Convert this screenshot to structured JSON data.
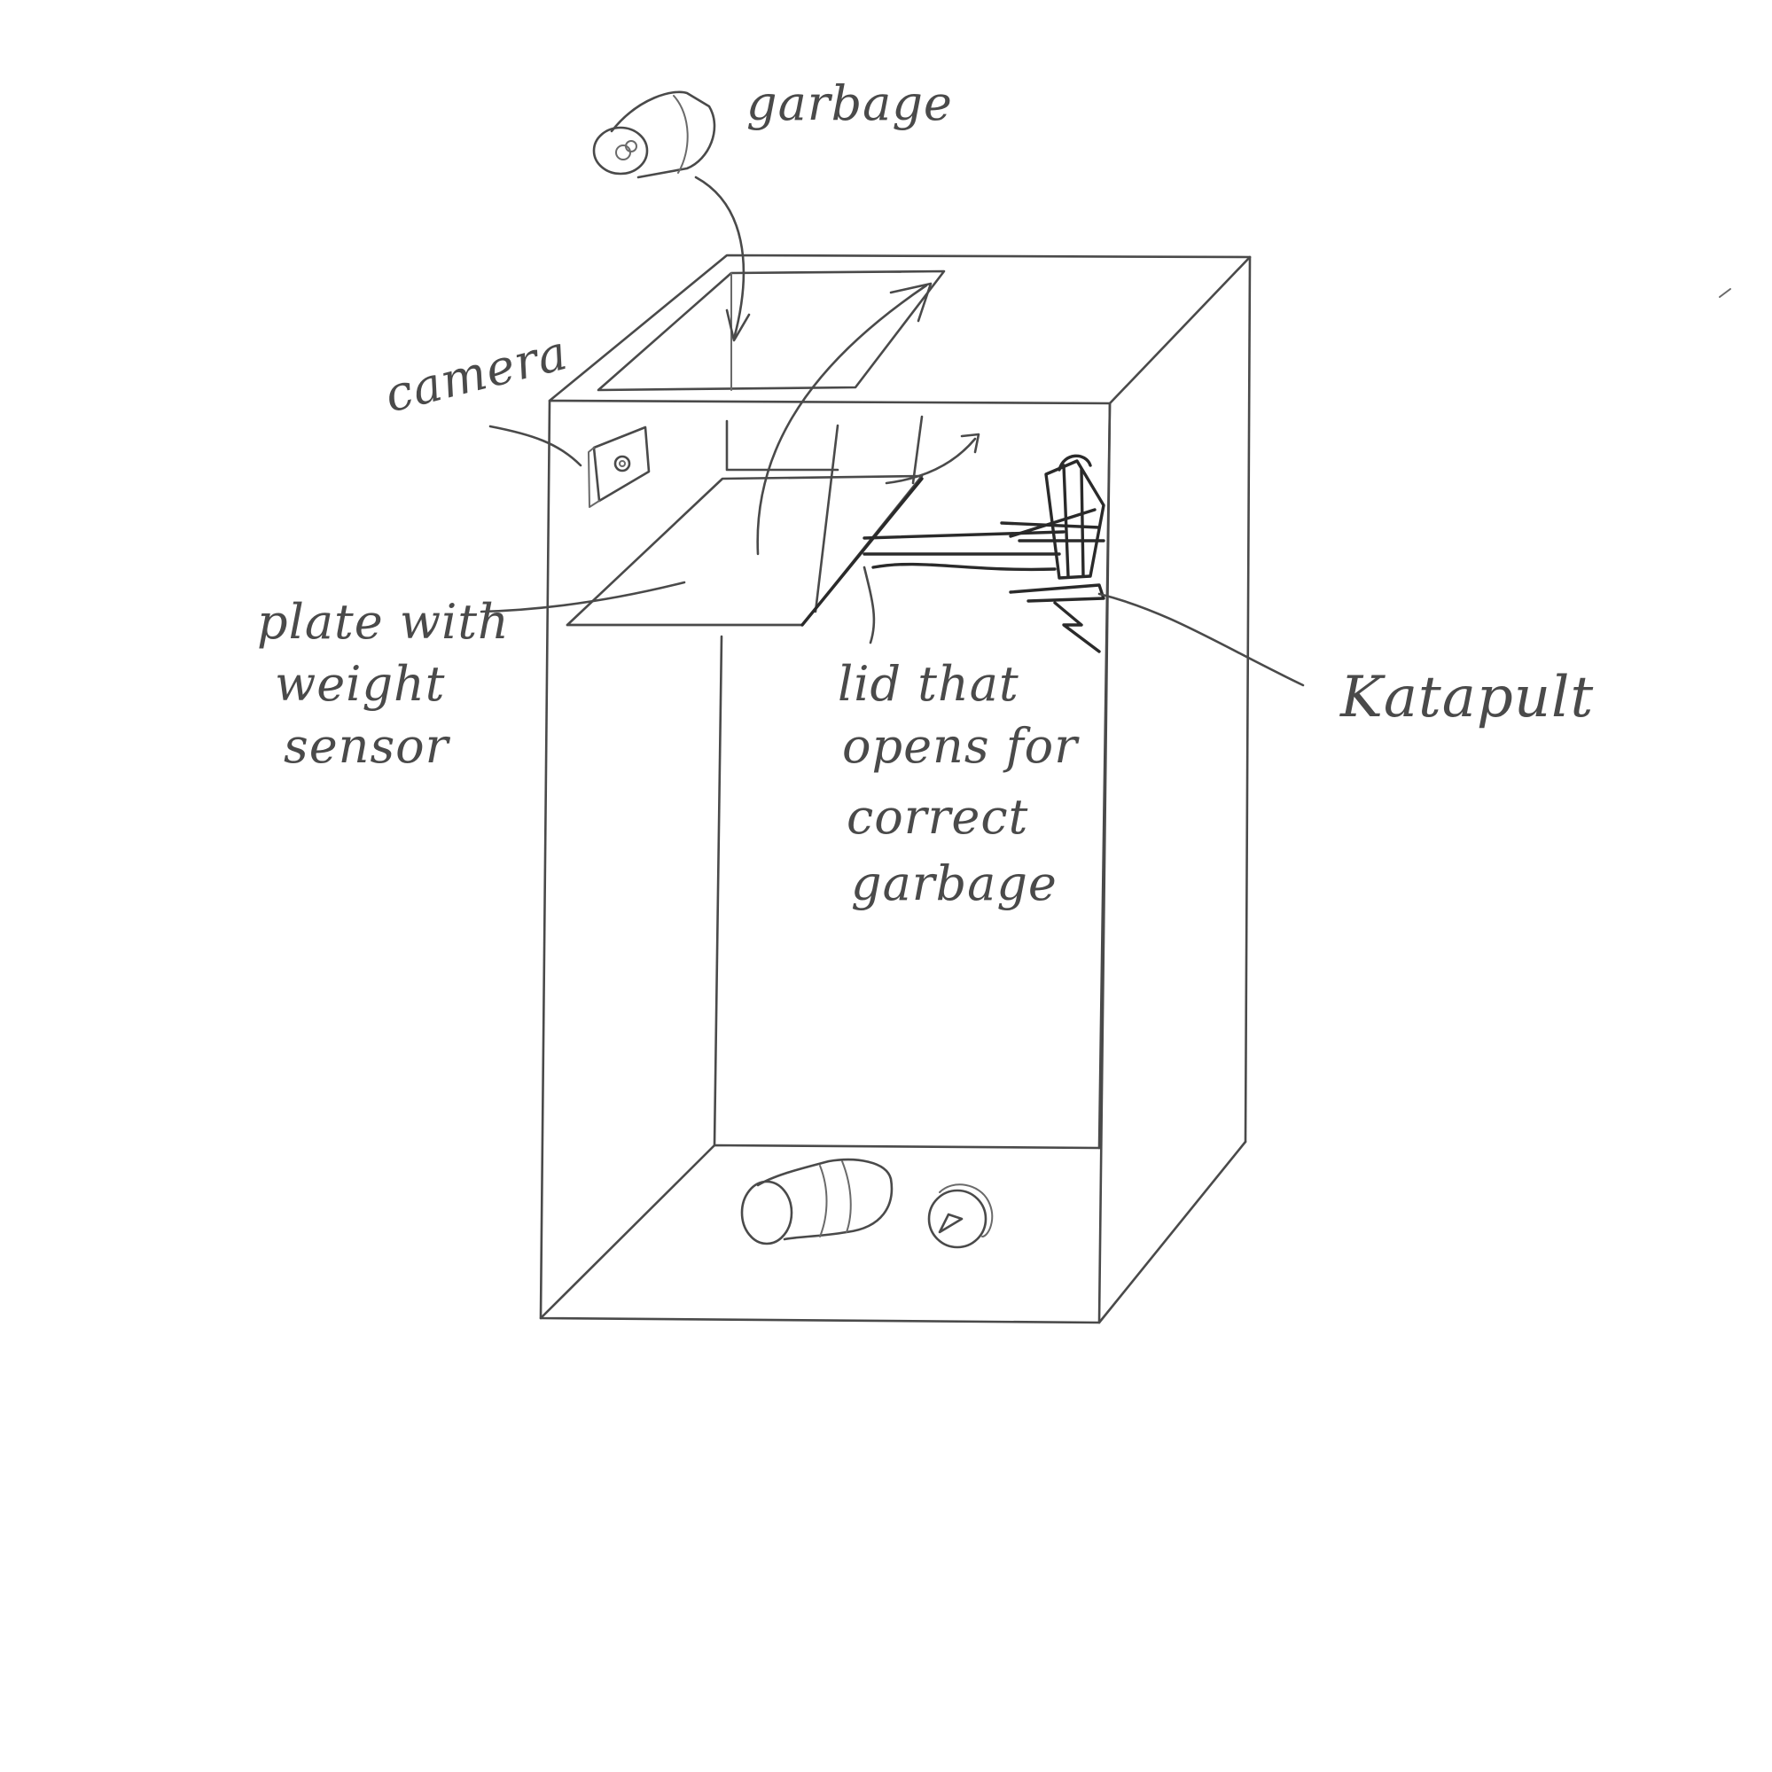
{
  "labels": {
    "garbage": "garbage",
    "camera": "camera",
    "plate_line1": "plate with",
    "plate_line2": "weight",
    "plate_line3": "sensor",
    "lid_line1": "lid that",
    "lid_line2": "opens for",
    "lid_line3": "correct",
    "lid_line4": "garbage",
    "katapult": "Katapult"
  },
  "colors": {
    "ink": "#4a4a4a",
    "paper": "#ffffff"
  }
}
